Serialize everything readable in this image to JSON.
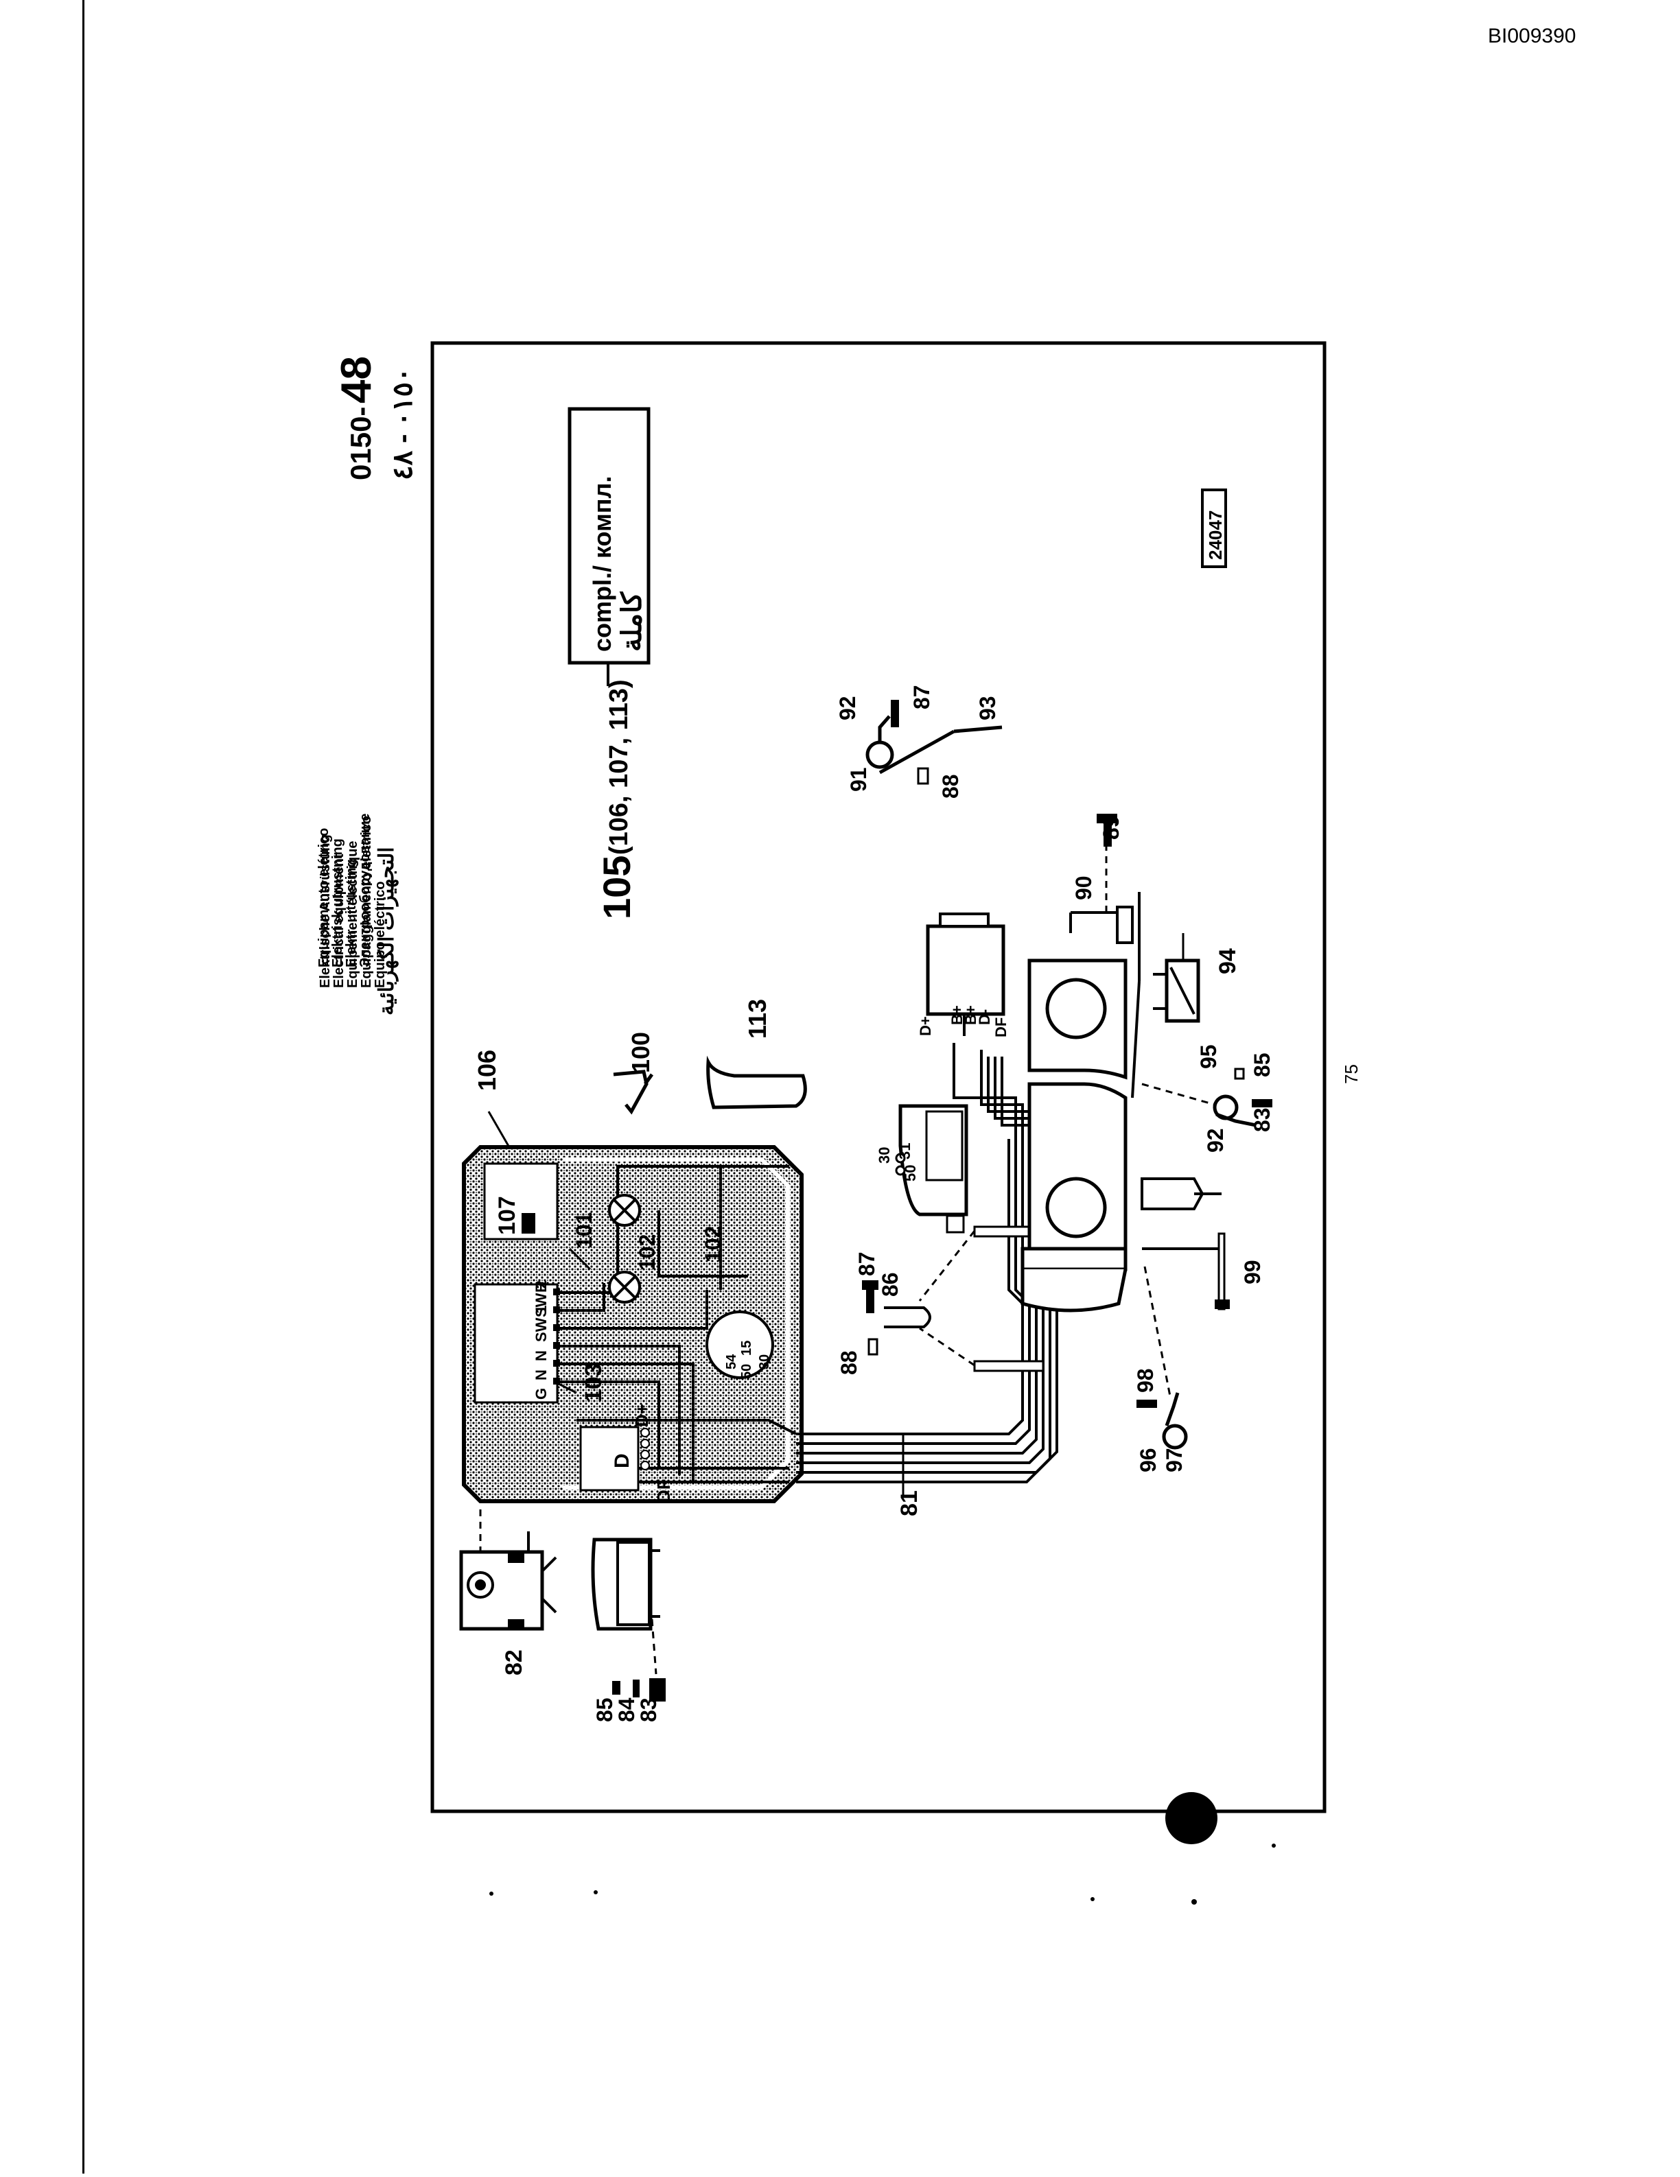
{
  "document": {
    "id": "BI009390",
    "page_number": "75"
  },
  "header": {
    "title_lines": [
      "Elektrische Ausrüstung",
      "Electrical equipment",
      "Equipement électrique",
      "Equipaggiamento elettrico",
      "Equipo eléctrico"
    ],
    "title_lines_2": [
      "Equipamento elétrico",
      "Elektrisk utrustning",
      "Elektr. uitrusting",
      "Электрооборудование",
      "التجهيزات الكهربائية"
    ],
    "group_number": "0150-",
    "group_number_bold": "48",
    "group_number_arabic": "٠١٥٠ - ٤٨"
  },
  "compl_box": {
    "label": "compl./ компл.",
    "label_arabic": "كاملة"
  },
  "assembly_ref": {
    "number": "105",
    "subparts": "(106, 107, 113)"
  },
  "figure_id": "24047",
  "part_labels": {
    "p81": "81",
    "p82": "82",
    "p83": "83",
    "p84": "84",
    "p85": "85",
    "p86": "86",
    "p87": "87",
    "p88": "88",
    "p89": "89",
    "p90": "90",
    "p91": "91",
    "p92": "92",
    "p93": "93",
    "p94": "94",
    "p95": "95",
    "p96": "96",
    "p97": "97",
    "p98": "98",
    "p99": "99",
    "p100": "100",
    "p101": "101",
    "p102": "102",
    "p103": "103",
    "p106": "106",
    "p107": "107",
    "p113": "113"
  },
  "terminal_labels": {
    "g": "G",
    "n1": "N",
    "n2": "N",
    "sw1": "SW 1",
    "sw2": "SW 2",
    "b": "B",
    "d": "D",
    "dplus": "D+",
    "df": "DF",
    "t30": "30",
    "t50": "50",
    "t15": "15",
    "t54": "54",
    "s30": "30",
    "s31": "31",
    "s50": "50",
    "r_dplus": "D+",
    "r_bplus": "B+",
    "r_bplus2": "B+",
    "r_dminus": "D-",
    "r_df": "DF"
  }
}
